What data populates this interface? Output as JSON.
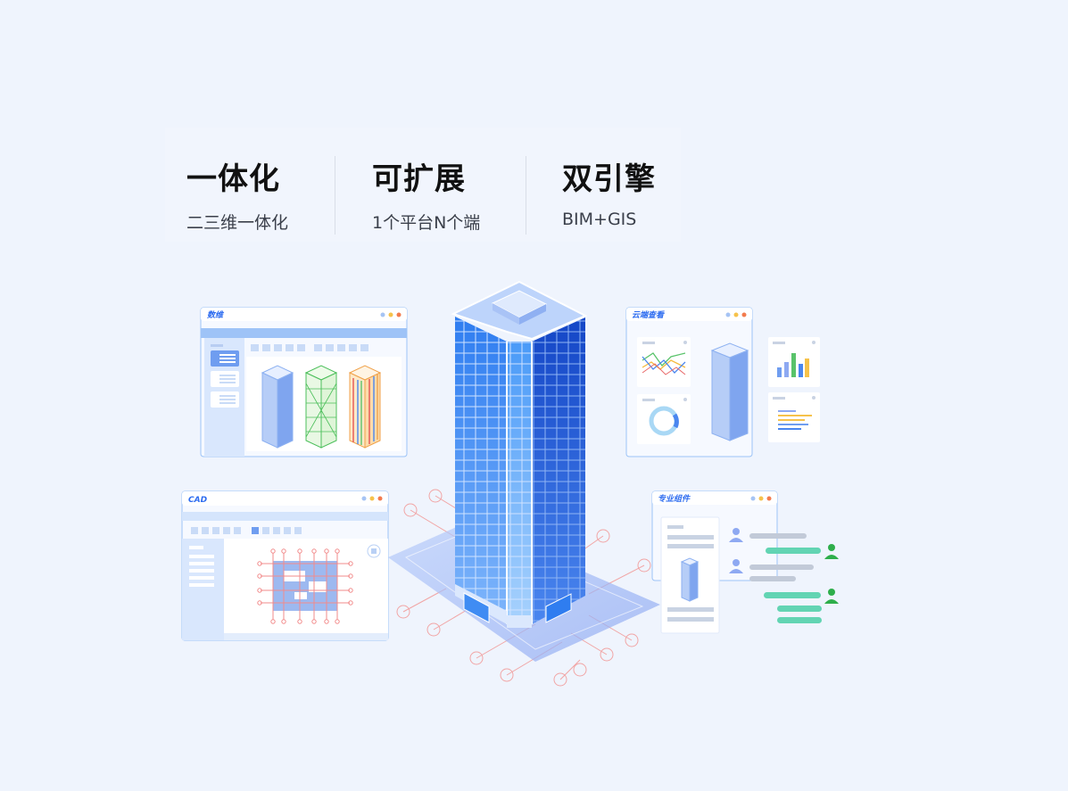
{
  "features": [
    {
      "title": "一体化",
      "subtitle": "二三维一体化"
    },
    {
      "title": "可扩展",
      "subtitle": "1个平台N个端"
    },
    {
      "title": "双引擎",
      "subtitle": "BIM+GIS"
    }
  ],
  "windows": {
    "shuwei": {
      "title": "数维"
    },
    "yunduan": {
      "title": "云端查看"
    },
    "cad": {
      "title": "CAD"
    },
    "zhuanye": {
      "title": "专业组件"
    }
  },
  "colors": {
    "accent": "#3d7cf0",
    "background": "#eff4fd",
    "grid_line": "#f1a5a5",
    "chat_green": "#62d4b3",
    "user_green": "#2eae4b"
  }
}
